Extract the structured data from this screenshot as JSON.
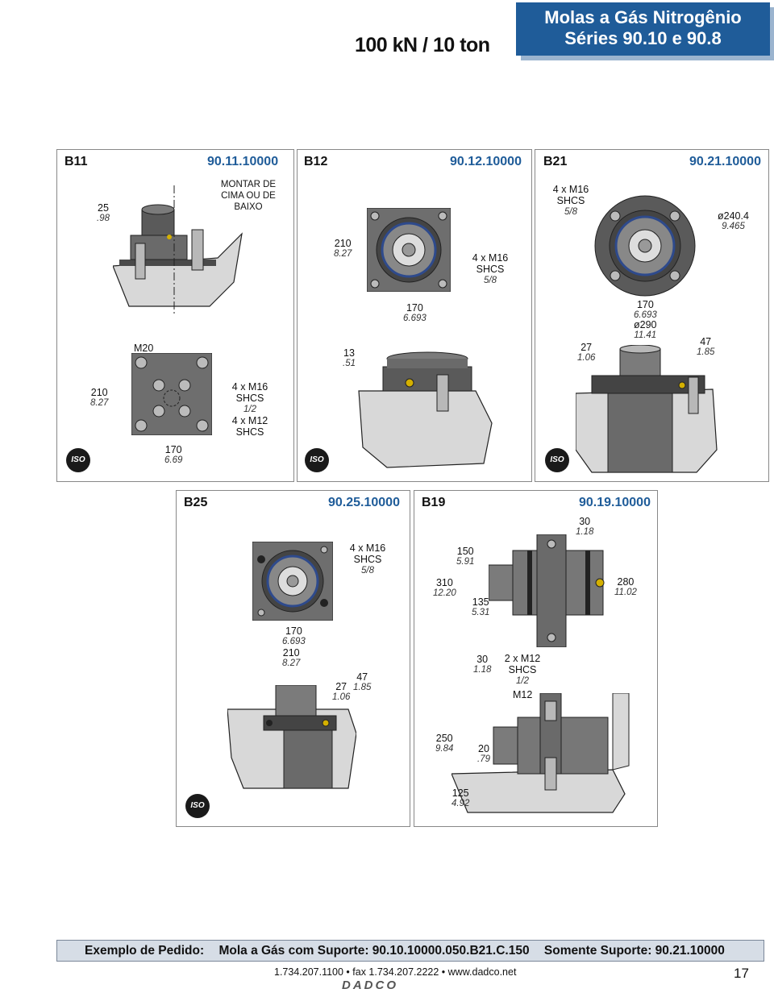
{
  "header": {
    "capacity": "100 kN / 10 ton",
    "series_line1": "Molas a Gás Nitrogênio",
    "series_line2": "Séries 90.10 e 90.8"
  },
  "panels": {
    "b11": {
      "id": "B11",
      "code": "90.11.10000",
      "mount_note": [
        "MONTAR DE",
        "CIMA OU DE",
        "BAIXO"
      ],
      "d25": "25",
      "d25i": ".98",
      "m20": "M20",
      "sq210": "210",
      "sq210i": "8.27",
      "bolts1": "4 x M16",
      "bolts1b": "SHCS",
      "bolts1i": "1/2",
      "bolts2": "4 x M12",
      "bolts2b": "SHCS",
      "sq170": "170",
      "sq170i": "6.69"
    },
    "b12": {
      "id": "B12",
      "code": "90.12.10000",
      "sq210": "210",
      "sq210i": "8.27",
      "bolts": "4 x M16",
      "boltsb": "SHCS",
      "boltsi": "5/8",
      "sq170": "170",
      "sq170i": "6.693",
      "d13": "13",
      "d13i": ".51"
    },
    "b21": {
      "id": "B21",
      "code": "90.21.10000",
      "bolts": "4 x M16",
      "boltsb": "SHCS",
      "boltsi": "5/8",
      "dia240": "ø240.4",
      "dia240i": "9.465",
      "sq170": "170",
      "sq170i": "6.693",
      "dia290": "ø290",
      "dia290i": "11.41",
      "d27": "27",
      "d27i": "1.06",
      "d47": "47",
      "d47i": "1.85"
    },
    "b25": {
      "id": "B25",
      "code": "90.25.10000",
      "bolts": "4 x M16",
      "boltsb": "SHCS",
      "boltsi": "5/8",
      "sq170": "170",
      "sq170i": "6.693",
      "sq210": "210",
      "sq210i": "8.27",
      "d27": "27",
      "d27i": "1.06",
      "d47": "47",
      "d47i": "1.85"
    },
    "b19": {
      "id": "B19",
      "code": "90.19.10000",
      "d30a": "30",
      "d30ai": "1.18",
      "d150": "150",
      "d150i": "5.91",
      "d310": "310",
      "d310i": "12.20",
      "d135": "135",
      "d135i": "5.31",
      "d280": "280",
      "d280i": "11.02",
      "d30b": "30",
      "d30bi": "1.18",
      "bolts": "2 x M12",
      "boltsb": "SHCS",
      "boltsi": "1/2",
      "m12": "M12",
      "d250": "250",
      "d250i": "9.84",
      "d20": "20",
      "d20i": ".79",
      "d125": "125",
      "d125i": "4.92"
    }
  },
  "iso_label": "ISO",
  "footer": {
    "order_label": "Exemplo de Pedido:",
    "order_value": "Mola a Gás com Suporte: 90.10.10000.050.B21.C.150",
    "bracket_value": "Somente Suporte: 90.21.10000",
    "contact": "1.734.207.1100 • fax 1.734.207.2222 • www.dadco.net",
    "brand": "DADCO",
    "page": "17"
  },
  "colors": {
    "accent": "#1f5c99",
    "metal_dark": "#4a4a4a",
    "metal_mid": "#7b7b7b",
    "metal_light": "#b8b8b8",
    "ring_blue": "#2e4a8c"
  }
}
